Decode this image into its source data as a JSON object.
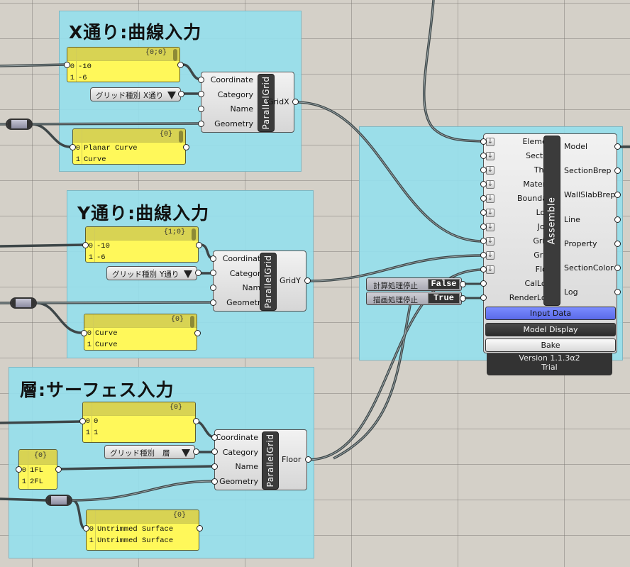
{
  "groups": {
    "gridx": {
      "title": "X通り:曲線入力"
    },
    "gridy": {
      "title": "Y通り:曲線入力"
    },
    "floor": {
      "title": "層:サーフェス入力"
    }
  },
  "panels": {
    "gridx_coord": {
      "path": "{0;0}",
      "items": [
        {
          "index": "0",
          "value": "-10"
        },
        {
          "index": "1",
          "value": "-6"
        }
      ]
    },
    "gridx_geom": {
      "path": "{0}",
      "items": [
        {
          "index": "0",
          "value": "Planar Curve"
        },
        {
          "index": "1",
          "value": "Curve"
        }
      ]
    },
    "gridy_coord": {
      "path": "{1;0}",
      "items": [
        {
          "index": "0",
          "value": "-10"
        },
        {
          "index": "1",
          "value": "-6"
        }
      ]
    },
    "gridy_geom": {
      "path": "{0}",
      "items": [
        {
          "index": "0",
          "value": "Curve"
        },
        {
          "index": "1",
          "value": "Curve"
        }
      ]
    },
    "floor_coord": {
      "path": "{0}",
      "items": [
        {
          "index": "0",
          "value": "0"
        },
        {
          "index": "1",
          "value": "1"
        }
      ]
    },
    "floor_name": {
      "path": "{0}",
      "items": [
        {
          "index": "0",
          "value": "1FL"
        },
        {
          "index": "1",
          "value": "2FL"
        }
      ]
    },
    "floor_geom": {
      "path": "{0}",
      "items": [
        {
          "index": "0",
          "value": "Untrimmed Surface"
        },
        {
          "index": "1",
          "value": "Untrimmed Surface"
        }
      ]
    }
  },
  "value_lists": {
    "gridx": {
      "name": "グリッド種別",
      "selected": "X通り"
    },
    "gridy": {
      "name": "グリッド種別",
      "selected": "Y通り"
    },
    "floor": {
      "name": "グリッド種別",
      "selected": "層"
    }
  },
  "parallel_grid": {
    "inputs": [
      "Coordinate",
      "Category",
      "Name",
      "Geometry"
    ],
    "nickname": "ParallelGrid",
    "outputs": {
      "gridx": "GridX",
      "gridy": "GridY",
      "floor": "Floor"
    }
  },
  "toggles": [
    {
      "name": "計算処理停止",
      "value": "False"
    },
    {
      "name": "描画処理停止",
      "value": "True"
    }
  ],
  "assemble": {
    "nickname": "Assemble",
    "inputs": [
      "Element",
      "Section",
      "Thick",
      "Material",
      "Boundary",
      "Load",
      "Joint",
      "GridX",
      "GridY",
      "Floor",
      "CalLock",
      "RenderLock"
    ],
    "outputs": [
      "Model",
      "SectionBrep",
      "WallSlabBrep",
      "Line",
      "Property",
      "SectionColor",
      "Log"
    ],
    "buttons": {
      "input_data": "Input Data",
      "model_display": "Model Display",
      "bake": "Bake"
    },
    "version": "Version 1.1.3α2",
    "license": "Trial"
  },
  "colors": {
    "canvas": "#d4d0c8",
    "group": "#96dee b",
    "panel": "#fff85a",
    "input_data_button": "#6a7df0"
  }
}
